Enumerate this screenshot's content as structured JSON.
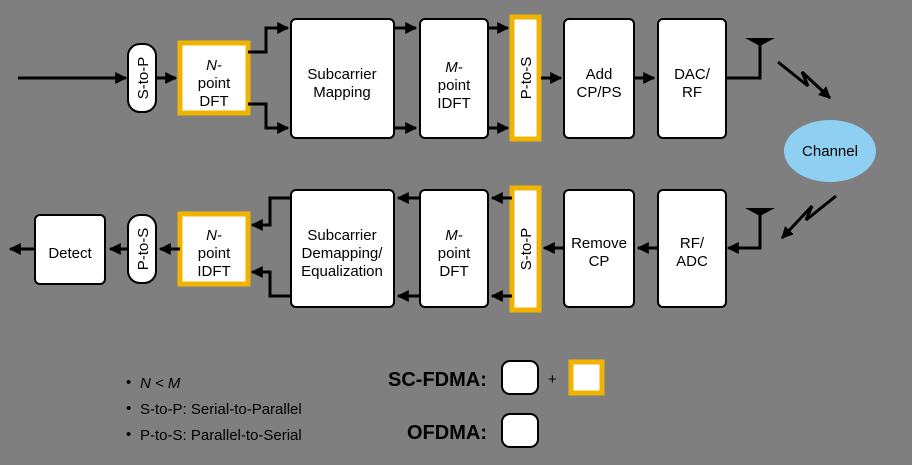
{
  "tx": {
    "s_to_p": "S-to-P",
    "dft_n": "N-",
    "dft_point": "point",
    "dft_name": "DFT",
    "mapping_1": "Subcarrier",
    "mapping_2": "Mapping",
    "idft_m": "M-",
    "idft_point": "point",
    "idft_name": "IDFT",
    "p_to_s": "P-to-S",
    "cp_1": "Add",
    "cp_2": "CP/PS",
    "dac_1": "DAC/",
    "dac_2": "RF"
  },
  "channel": "Channel",
  "rx": {
    "detect": "Detect",
    "p_to_s": "P-to-S",
    "idft_n": "N-",
    "idft_point": "point",
    "idft_name": "IDFT",
    "demap_1": "Subcarrier",
    "demap_2": "Demapping/",
    "demap_3": "Equalization",
    "dft_m": "M-",
    "dft_point": "point",
    "dft_name": "DFT",
    "s_to_p": "S-to-P",
    "cp_1": "Remove",
    "cp_2": "CP",
    "adc_1": "RF/",
    "adc_2": "ADC"
  },
  "legend": {
    "note_1": "N < M",
    "note_2": "S-to-P: Serial-to-Parallel",
    "note_3": "P-to-S: Parallel-to-Serial",
    "scfdma": "SC-FDMA:",
    "plus": "+",
    "ofdma": "OFDMA:",
    "bullet": "•"
  },
  "colors": {
    "background": "#7f7f7f",
    "highlight": "#f0b400",
    "channel": "#8fd0f2"
  }
}
